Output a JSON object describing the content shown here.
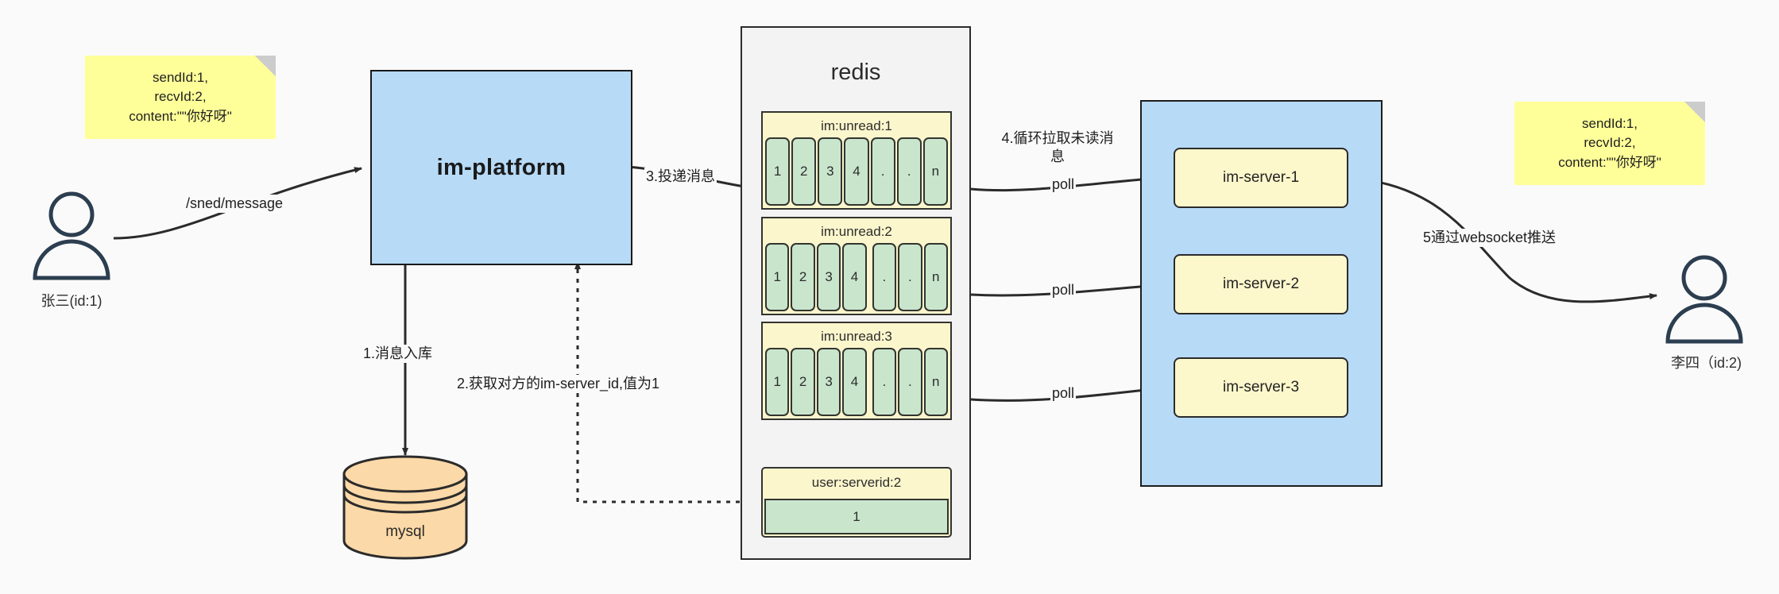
{
  "diagram": {
    "title": "IM message delivery architecture",
    "colors": {
      "note_yellow": "#ffff99",
      "platform_blue": "#b7daf7",
      "redis_bg": "#f3f3f3",
      "key_yellow": "#fbf6cc",
      "cell_green": "#c9e6cd",
      "server_yellow": "#fdf7cc",
      "mysql_orange": "#fcd9a8",
      "stroke_dark": "#2b2b2b"
    }
  },
  "notes": {
    "left": {
      "name": "message-payload-note-left",
      "text": "sendId:1,\nrecvId:2,\ncontent:\"\"你好呀\""
    },
    "right": {
      "name": "message-payload-note-right",
      "text": "sendId:1,\nrecvId:2,\ncontent:\"\"你好呀\""
    }
  },
  "actors": {
    "sender": {
      "label": "张三(id:1)"
    },
    "receiver": {
      "label": "李四（id:2)"
    }
  },
  "platform": {
    "label": "im-platform"
  },
  "database": {
    "label": "mysql"
  },
  "redis": {
    "title": "redis",
    "keys": [
      {
        "name": "im:unread:1",
        "cells": [
          "1",
          "2",
          "3",
          "4",
          ".",
          ".",
          "n"
        ]
      },
      {
        "name": "im:unread:2",
        "cells": [
          "1",
          "2",
          "3",
          "4",
          ".",
          ".",
          "n"
        ]
      },
      {
        "name": "im:unread:3",
        "cells": [
          "1",
          "2",
          "3",
          "4",
          ".",
          ".",
          "n"
        ]
      }
    ],
    "serverid": {
      "name": "user:serverid:2",
      "value": "1"
    }
  },
  "cluster": {
    "servers": [
      {
        "label": "im-server-1"
      },
      {
        "label": "im-server-2"
      },
      {
        "label": "im-server-3"
      }
    ]
  },
  "edges": {
    "send_message": "/sned/message",
    "step1": "1.消息入库",
    "step2": "2.获取对方的im-server_id,值为1",
    "step3": "3.投递消息",
    "step4": "4.循环拉取未读消息",
    "step5": "5通过websocket推送",
    "poll1": "poll",
    "poll2": "poll",
    "poll3": "poll"
  }
}
